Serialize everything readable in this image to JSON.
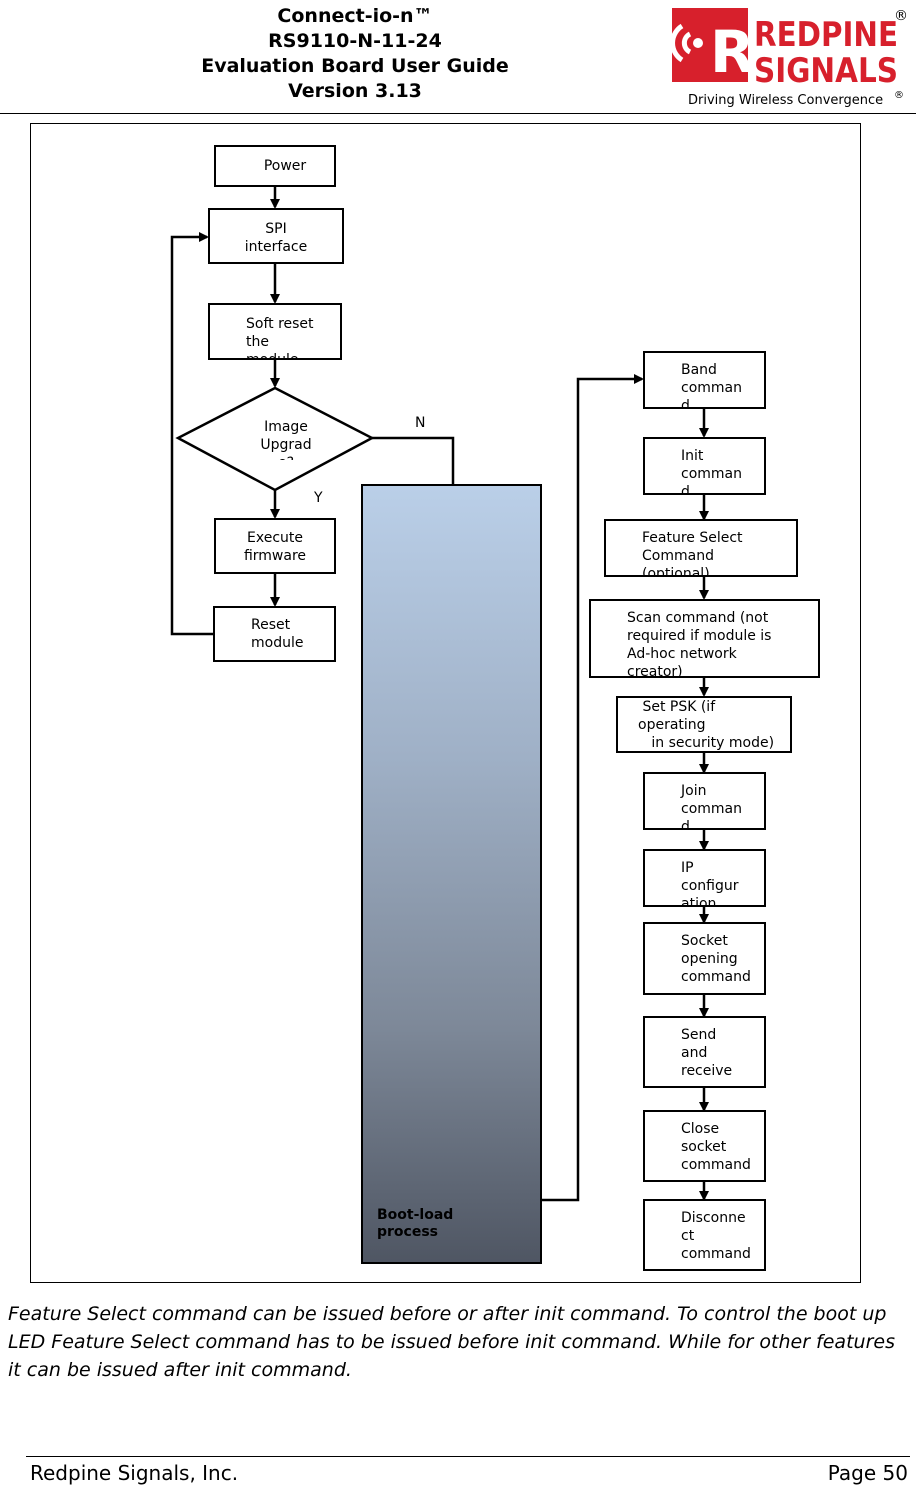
{
  "header": {
    "title_lines": [
      "Connect-io-n™",
      "RS9110-N-11-24",
      "Evaluation Board User Guide",
      "Version 3.13"
    ],
    "logo_text_1": "REDPINE",
    "logo_text_2": "SIGNALS",
    "logo_tagline": "Driving Wireless Convergence",
    "registered": "®"
  },
  "flowchart": {
    "power": "Power",
    "spi": "SPI\ninterface",
    "soft_reset": "Soft reset\nthe\nmodule",
    "image_upgrade": "Image\nUpgrad\ne?",
    "no_label": "N",
    "yes_label": "Y",
    "execute": "Execute\nfirmware",
    "reset": "Reset\nmodule",
    "bootload": "Boot-load\nprocess",
    "band": "Band\ncomman\nd",
    "init": "Init\ncomman\nd",
    "feature": "Feature Select\nCommand\n(optional)",
    "scan": "Scan command (not\nrequired if module is\nAd-hoc network\ncreator)",
    "psk": " Set PSK (if\noperating\n   in security mode)",
    "join": "Join\ncomman\nd",
    "ip": "IP\nconfigur\nation",
    "socket_open": "Socket\nopening\ncommand",
    "send_receive": "Send\nand\nreceive",
    "close_socket": "Close\nsocket\ncommand",
    "disconnect": "Disconne\nct\ncommand"
  },
  "caption": "Feature Select command can be issued before or after init command. To control the boot up LED Feature Select command has to be issued before init command. While for other features it can be issued after init command.",
  "footer": {
    "company": "Redpine Signals, Inc.",
    "page": "Page 50"
  }
}
